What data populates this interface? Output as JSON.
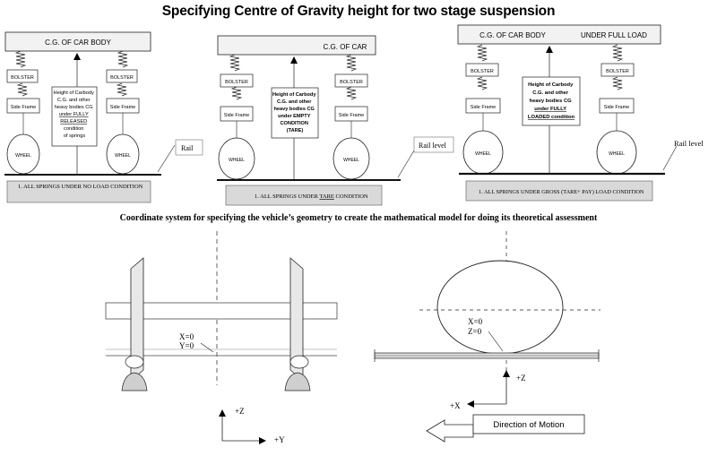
{
  "title": "Specifying Centre of Gravity height for two stage suspension",
  "subtitle": "Coordinate system for specifying the vehicle’s geometry to create the mathematical model for doing its theoretical assessment",
  "panels": [
    {
      "car_body_label": "C.G. OF CAR BODY",
      "bolster_left": "BOLSTER",
      "bolster_right": "BOLSTER",
      "frame_left": "Side Frame",
      "frame_right": "Side Frame",
      "wheel_left": "WHEEL",
      "wheel_right": "WHEEL",
      "note": [
        "Height of Carbody",
        "C.G. and other",
        "heavy bodies CG",
        "under FULLY",
        "RELEASED",
        "condition",
        "of springs"
      ],
      "rail_label": "Rail",
      "condition": "1.   ALL SPRINGS UNDER  NO LOAD CONDITION"
    },
    {
      "car_body_label": "C.G. OF CAR",
      "bolster_left": "BOLSTER",
      "bolster_right": "BOLSTER",
      "frame_left": "Side Frame",
      "frame_right": "Side Frame",
      "wheel_left": "WHEEL",
      "wheel_right": "WHEEL",
      "note": [
        "Height of Carbody",
        "C.G. and other",
        "heavy bodies CG",
        "under EMPTY",
        "CONDITION",
        "(TARE)"
      ],
      "rail_label": "Rail level",
      "condition_pre": "1.   ALL SPRINGS UNDER ",
      "condition_under": "TARE",
      "condition_post": " CONDITION"
    },
    {
      "car_body_label": "C.G. OF CAR BODY",
      "car_body_label2": "UNDER FULL LOAD",
      "bolster_left": "BOLSTER",
      "bolster_right": "BOLSTER",
      "frame_left": "Side Frame",
      "frame_right": "Side Frame",
      "wheel_left": "WHEEL",
      "wheel_right": "WHEEL",
      "note": [
        "Height of Carbody",
        "C.G. and other",
        "heavy bodies CG",
        "under FULLY",
        "LOADED condition"
      ],
      "rail_label": "Rail level",
      "condition": "1.   ALL SPRINGS UNDER GROSS (TARE+ PAY) LOAD CONDITION"
    }
  ],
  "coord_left": {
    "origin_x": "X=0",
    "origin_y": "Y=0",
    "axis_z": "+Z",
    "axis_y": "+Y"
  },
  "coord_right": {
    "origin_x": "X=0",
    "origin_z": "Z=0",
    "axis_z": "+Z",
    "axis_x": "+X",
    "motion": "Direction of Motion"
  }
}
